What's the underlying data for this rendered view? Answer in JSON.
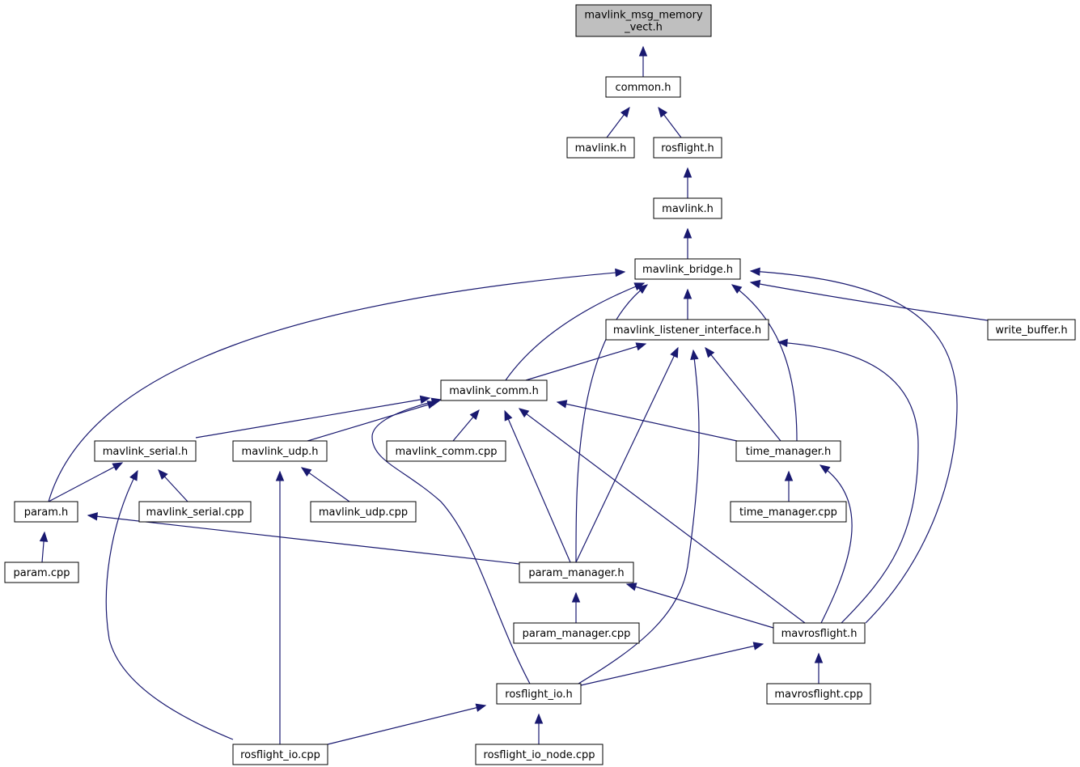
{
  "nodes": {
    "mavlink_msg_memory_vect": {
      "label_lines": [
        "mavlink_msg_memory",
        "_vect.h"
      ],
      "highlighted": true
    },
    "common_h": {
      "label": "common.h"
    },
    "mavlink_h_a": {
      "label": "mavlink.h"
    },
    "rosflight_h": {
      "label": "rosflight.h"
    },
    "mavlink_h_b": {
      "label": "mavlink.h"
    },
    "mavlink_bridge_h": {
      "label": "mavlink_bridge.h"
    },
    "write_buffer_h": {
      "label": "write_buffer.h"
    },
    "mavlink_listener_interface_h": {
      "label": "mavlink_listener_interface.h"
    },
    "mavlink_comm_h": {
      "label": "mavlink_comm.h"
    },
    "mavlink_serial_h": {
      "label": "mavlink_serial.h"
    },
    "mavlink_udp_h": {
      "label": "mavlink_udp.h"
    },
    "mavlink_comm_cpp": {
      "label": "mavlink_comm.cpp"
    },
    "time_manager_h": {
      "label": "time_manager.h"
    },
    "param_h": {
      "label": "param.h"
    },
    "mavlink_serial_cpp": {
      "label": "mavlink_serial.cpp"
    },
    "mavlink_udp_cpp": {
      "label": "mavlink_udp.cpp"
    },
    "time_manager_cpp": {
      "label": "time_manager.cpp"
    },
    "param_cpp": {
      "label": "param.cpp"
    },
    "param_manager_h": {
      "label": "param_manager.h"
    },
    "param_manager_cpp": {
      "label": "param_manager.cpp"
    },
    "mavrosflight_h": {
      "label": "mavrosflight.h"
    },
    "rosflight_io_h": {
      "label": "rosflight_io.h"
    },
    "mavrosflight_cpp": {
      "label": "mavrosflight.cpp"
    },
    "rosflight_io_cpp": {
      "label": "rosflight_io.cpp"
    },
    "rosflight_io_node_cpp": {
      "label": "rosflight_io_node.cpp"
    }
  },
  "edges": [
    {
      "from": "common_h",
      "to": "mavlink_msg_memory_vect"
    },
    {
      "from": "mavlink_h_a",
      "to": "common_h"
    },
    {
      "from": "rosflight_h",
      "to": "common_h"
    },
    {
      "from": "mavlink_h_b",
      "to": "rosflight_h"
    },
    {
      "from": "mavlink_bridge_h",
      "to": "mavlink_h_b"
    },
    {
      "from": "mavlink_listener_interface_h",
      "to": "mavlink_bridge_h"
    },
    {
      "from": "write_buffer_h",
      "to": "mavlink_bridge_h"
    },
    {
      "from": "mavlink_comm_h",
      "to": "mavlink_bridge_h"
    },
    {
      "from": "param_h",
      "to": "mavlink_bridge_h"
    },
    {
      "from": "param_manager_h",
      "to": "mavlink_bridge_h"
    },
    {
      "from": "time_manager_h",
      "to": "mavlink_bridge_h"
    },
    {
      "from": "mavrosflight_h",
      "to": "mavlink_bridge_h"
    },
    {
      "from": "mavlink_comm_h",
      "to": "mavlink_listener_interface_h"
    },
    {
      "from": "param_manager_h",
      "to": "mavlink_listener_interface_h"
    },
    {
      "from": "rosflight_io_h",
      "to": "mavlink_listener_interface_h"
    },
    {
      "from": "time_manager_h",
      "to": "mavlink_listener_interface_h"
    },
    {
      "from": "mavrosflight_h",
      "to": "mavlink_listener_interface_h"
    },
    {
      "from": "mavlink_serial_h",
      "to": "mavlink_comm_h"
    },
    {
      "from": "mavlink_udp_h",
      "to": "mavlink_comm_h"
    },
    {
      "from": "rosflight_io_h",
      "to": "mavlink_comm_h"
    },
    {
      "from": "mavlink_comm_cpp",
      "to": "mavlink_comm_h"
    },
    {
      "from": "param_manager_h",
      "to": "mavlink_comm_h"
    },
    {
      "from": "mavrosflight_h",
      "to": "mavlink_comm_h"
    },
    {
      "from": "time_manager_h",
      "to": "mavlink_comm_h"
    },
    {
      "from": "param_h",
      "to": "mavlink_serial_h"
    },
    {
      "from": "rosflight_io_cpp",
      "to": "mavlink_serial_h"
    },
    {
      "from": "mavlink_serial_cpp",
      "to": "mavlink_serial_h"
    },
    {
      "from": "rosflight_io_cpp",
      "to": "mavlink_udp_h"
    },
    {
      "from": "mavlink_udp_cpp",
      "to": "mavlink_udp_h"
    },
    {
      "from": "time_manager_cpp",
      "to": "time_manager_h"
    },
    {
      "from": "mavrosflight_h",
      "to": "time_manager_h"
    },
    {
      "from": "param_cpp",
      "to": "param_h"
    },
    {
      "from": "param_manager_h",
      "to": "param_h"
    },
    {
      "from": "param_manager_cpp",
      "to": "param_manager_h"
    },
    {
      "from": "mavrosflight_h",
      "to": "param_manager_h"
    },
    {
      "from": "rosflight_io_h",
      "to": "mavrosflight_h"
    },
    {
      "from": "mavrosflight_cpp",
      "to": "mavrosflight_h"
    },
    {
      "from": "rosflight_io_cpp",
      "to": "rosflight_io_h"
    },
    {
      "from": "rosflight_io_node_cpp",
      "to": "rosflight_io_h"
    }
  ]
}
